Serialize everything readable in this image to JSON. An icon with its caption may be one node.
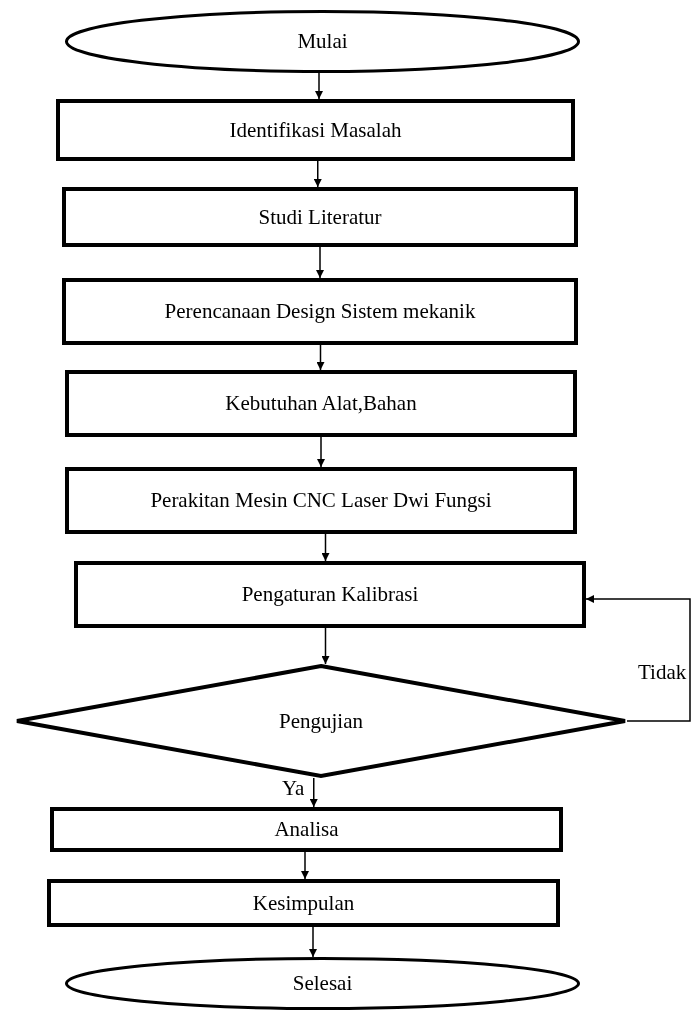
{
  "diagram": {
    "nodes": [
      {
        "text": [
          "Mulai"
        ]
      },
      {
        "text": [
          "Identifikasi Masalah"
        ]
      },
      {
        "text": [
          "Studi Literatur"
        ]
      },
      {
        "text": [
          "Perencanaan Design Sistem mekanik"
        ]
      },
      {
        "text": [
          "Kebutuhan Alat,Bahan"
        ]
      },
      {
        "text": [
          "Perakitan Mesin CNC Laser Dwi Fungsi"
        ]
      },
      {
        "text": [
          "Pengaturan Kalibrasi"
        ]
      },
      {
        "text": [
          "Pengujian"
        ]
      },
      {
        "text": [
          "Analisa"
        ]
      },
      {
        "text": [
          "Kesimpulan"
        ]
      },
      {
        "text": [
          "Selesai"
        ]
      }
    ],
    "edges": [
      {
        "from": 0,
        "to": 1,
        "arrow": "to"
      },
      {
        "from": 1,
        "to": 2,
        "arrow": "to"
      },
      {
        "from": 2,
        "to": 3,
        "arrow": "to"
      },
      {
        "from": 3,
        "to": 4,
        "arrow": "to"
      },
      {
        "from": 4,
        "to": 5,
        "arrow": "to"
      },
      {
        "from": 5,
        "to": 6,
        "arrow": "to"
      },
      {
        "from": 6,
        "to": 7,
        "arrow": "to"
      },
      {
        "from": 7,
        "to": 8,
        "arrow": "to",
        "label": "Ya"
      },
      {
        "from": 8,
        "to": 9,
        "arrow": "to"
      },
      {
        "from": 9,
        "to": 10,
        "arrow": "to"
      },
      {
        "from": 7,
        "to": 6,
        "arrow": "to",
        "label": "Tidak"
      }
    ]
  }
}
